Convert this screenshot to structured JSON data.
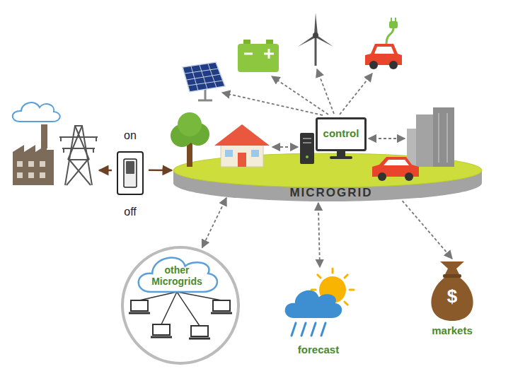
{
  "diagram": {
    "nodes": [
      {
        "text": [
          "on",
          "off"
        ]
      },
      {
        "text": [
          "MICROGRID"
        ]
      },
      {
        "text": [
          "control"
        ],
        "in": 1
      },
      {
        "text": [
          "other Microgrids"
        ]
      },
      {
        "text": [
          "forecast"
        ]
      },
      {
        "text": [
          "$",
          "markets"
        ]
      }
    ],
    "edges": [
      {
        "from": 0,
        "to": 1,
        "arrow": "to"
      },
      {
        "from": 1,
        "to": 3,
        "arrow": "both"
      },
      {
        "from": 1,
        "to": 4,
        "arrow": "both"
      },
      {
        "from": 1,
        "to": 5,
        "arrow": "to"
      }
    ]
  }
}
